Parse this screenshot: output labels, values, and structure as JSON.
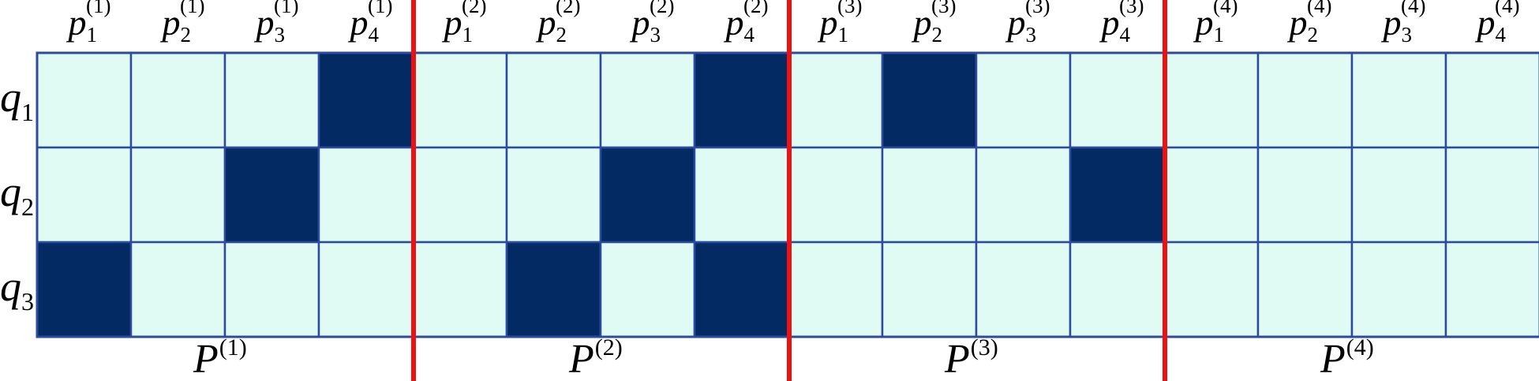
{
  "colors": {
    "cell_empty": "#e0faf4",
    "cell_filled": "#032a62",
    "grid_line": "#2c4aa0",
    "separator": "#ee1111"
  },
  "column_symbol": "p",
  "row_symbol": "q",
  "group_symbol": "P",
  "groups": [
    {
      "label": "P",
      "superscript": "(1)",
      "columns": [
        {
          "base": "p",
          "sub": "1",
          "sup": "(1)"
        },
        {
          "base": "p",
          "sub": "2",
          "sup": "(1)"
        },
        {
          "base": "p",
          "sub": "3",
          "sup": "(1)"
        },
        {
          "base": "p",
          "sub": "4",
          "sup": "(1)"
        }
      ]
    },
    {
      "label": "P",
      "superscript": "(2)",
      "columns": [
        {
          "base": "p",
          "sub": "1",
          "sup": "(2)"
        },
        {
          "base": "p",
          "sub": "2",
          "sup": "(2)"
        },
        {
          "base": "p",
          "sub": "3",
          "sup": "(2)"
        },
        {
          "base": "p",
          "sub": "4",
          "sup": "(2)"
        }
      ]
    },
    {
      "label": "P",
      "superscript": "(3)",
      "columns": [
        {
          "base": "p",
          "sub": "1",
          "sup": "(3)"
        },
        {
          "base": "p",
          "sub": "2",
          "sup": "(3)"
        },
        {
          "base": "p",
          "sub": "3",
          "sup": "(3)"
        },
        {
          "base": "p",
          "sub": "4",
          "sup": "(3)"
        }
      ]
    },
    {
      "label": "P",
      "superscript": "(4)",
      "columns": [
        {
          "base": "p",
          "sub": "1",
          "sup": "(4)"
        },
        {
          "base": "p",
          "sub": "2",
          "sup": "(4)"
        },
        {
          "base": "p",
          "sub": "3",
          "sup": "(4)"
        },
        {
          "base": "p",
          "sub": "4",
          "sup": "(4)"
        }
      ]
    }
  ],
  "rows": [
    {
      "base": "q",
      "sub": "1"
    },
    {
      "base": "q",
      "sub": "2"
    },
    {
      "base": "q",
      "sub": "3"
    }
  ],
  "matrix": [
    [
      0,
      0,
      0,
      1,
      0,
      0,
      0,
      1,
      0,
      1,
      0,
      0,
      0,
      0,
      0,
      0
    ],
    [
      0,
      0,
      1,
      0,
      0,
      0,
      1,
      0,
      0,
      0,
      0,
      1,
      0,
      0,
      0,
      0
    ],
    [
      1,
      0,
      0,
      0,
      0,
      1,
      0,
      1,
      0,
      0,
      0,
      0,
      0,
      0,
      0,
      0
    ]
  ]
}
